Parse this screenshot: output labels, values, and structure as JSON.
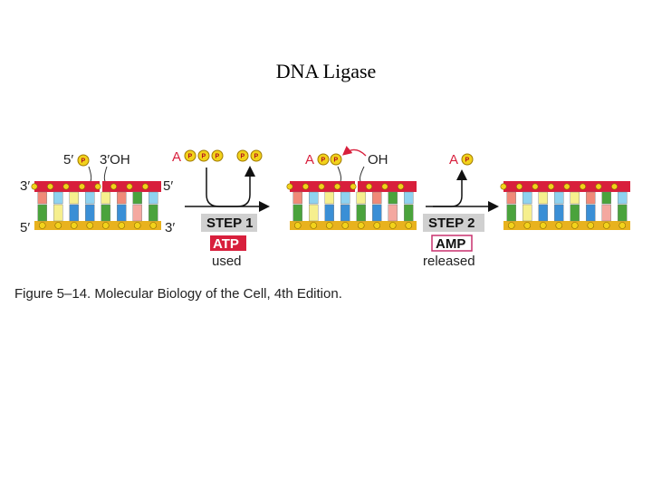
{
  "title": "DNA Ligase",
  "labels": {
    "end_3_top": "3′",
    "end_5_bottom": "5′",
    "end_5_top_right": "5′",
    "end_3_bottom_right": "3′",
    "phosphate_5": "5′",
    "hydroxyl_3": "3′OH",
    "atp_a": "A",
    "amp_a": "A",
    "product_a": "A",
    "oh_label": "OH",
    "phosphate_symbol": "P"
  },
  "step1": {
    "label": "STEP 1",
    "molecule": "ATP",
    "status": "used"
  },
  "step2": {
    "label": "STEP 2",
    "molecule": "AMP",
    "status": "released"
  },
  "caption": "Figure 5–14. Molecular Biology of the Cell, 4th Edition.",
  "colors": {
    "top_backbone": "#d81f3c",
    "bottom_backbone": "#e8b21e",
    "phosphate": "#f2d21b",
    "atp_box": "#d81f3c",
    "step_box": "#d0d0d0",
    "amp_border": "#c8306e",
    "base_green": "#4aa33c",
    "base_blue": "#3a8fd6",
    "base_salmon": "#f08a78",
    "base_yellow": "#f6ef8e",
    "base_lightblue": "#8fd2f0",
    "base_pink": "#f4a8a0"
  }
}
